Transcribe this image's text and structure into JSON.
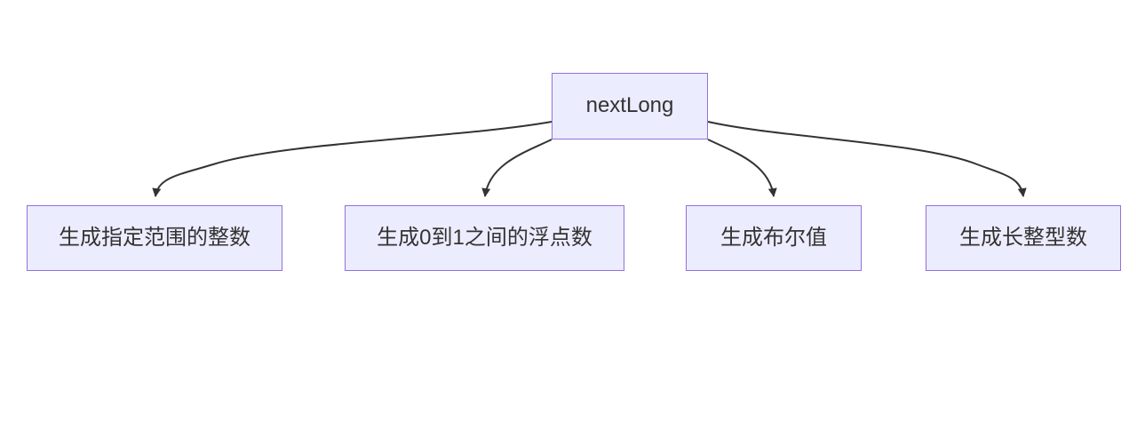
{
  "diagram": {
    "type": "flowchart-top-down",
    "background_color": "#ffffff",
    "colors": {
      "node_fill": "#ECECFF",
      "node_border": "#9370DB",
      "edge_stroke": "#333333",
      "text": "#333333"
    },
    "root": {
      "id": "root",
      "label": "nextLong"
    },
    "children": [
      {
        "id": "child-0",
        "label": "生成指定范围的整数"
      },
      {
        "id": "child-1",
        "label": "生成0到1之间的浮点数"
      },
      {
        "id": "child-2",
        "label": "生成布尔值"
      },
      {
        "id": "child-3",
        "label": "生成长整型数"
      }
    ],
    "edges": [
      {
        "from": "nextLong",
        "to": "生成指定范围的整数",
        "arrow": "down"
      },
      {
        "from": "nextLong",
        "to": "生成0到1之间的浮点数",
        "arrow": "down"
      },
      {
        "from": "nextLong",
        "to": "生成布尔值",
        "arrow": "down"
      },
      {
        "from": "nextLong",
        "to": "生成长整型数",
        "arrow": "down"
      }
    ]
  }
}
